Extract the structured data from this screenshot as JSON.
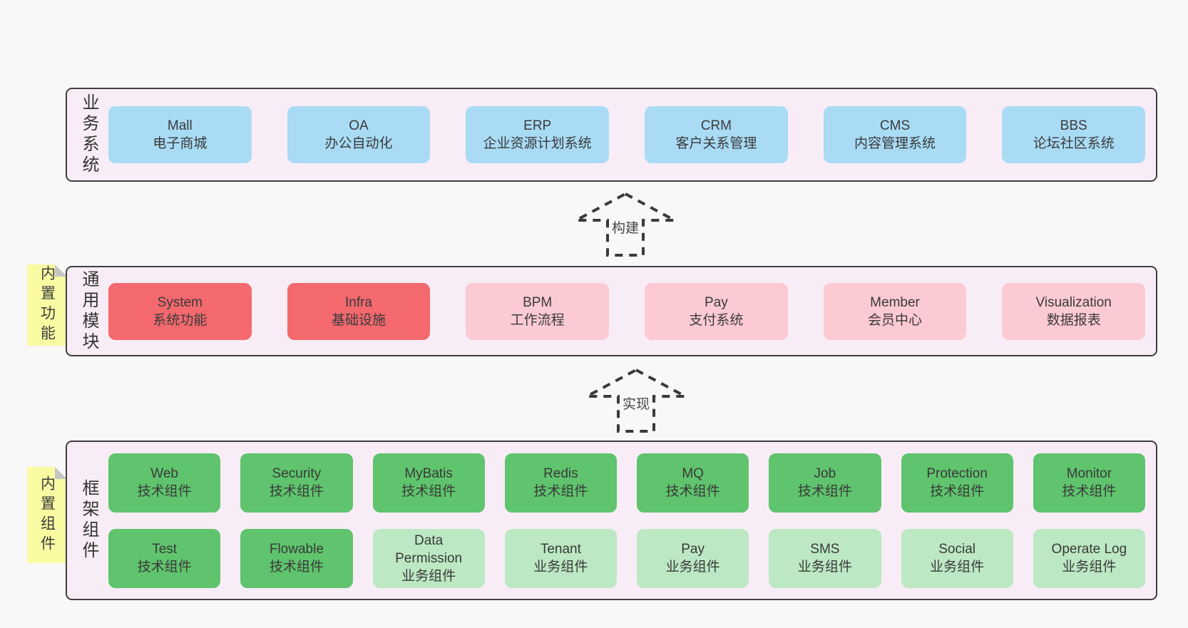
{
  "diagram": {
    "sections": {
      "business": {
        "label": "业务系统",
        "boxes": [
          {
            "title": "Mall",
            "subtitle": "电子商城"
          },
          {
            "title": "OA",
            "subtitle": "办公自动化"
          },
          {
            "title": "ERP",
            "subtitle": "企业资源计划系统"
          },
          {
            "title": "CRM",
            "subtitle": "客户关系管理"
          },
          {
            "title": "CMS",
            "subtitle": "内容管理系统"
          },
          {
            "title": "BBS",
            "subtitle": "论坛社区系统"
          }
        ]
      },
      "modules": {
        "label": "通用模块",
        "sticky": "内置功能",
        "boxes": [
          {
            "title": "System",
            "subtitle": "系统功能"
          },
          {
            "title": "Infra",
            "subtitle": "基础设施"
          },
          {
            "title": "BPM",
            "subtitle": "工作流程"
          },
          {
            "title": "Pay",
            "subtitle": "支付系统"
          },
          {
            "title": "Member",
            "subtitle": "会员中心"
          },
          {
            "title": "Visualization",
            "subtitle": "数据报表"
          }
        ]
      },
      "components": {
        "label": "框架组件",
        "sticky": "内置组件",
        "row1": [
          {
            "title": "Web",
            "subtitle": "技术组件"
          },
          {
            "title": "Security",
            "subtitle": "技术组件"
          },
          {
            "title": "MyBatis",
            "subtitle": "技术组件"
          },
          {
            "title": "Redis",
            "subtitle": "技术组件"
          },
          {
            "title": "MQ",
            "subtitle": "技术组件"
          },
          {
            "title": "Job",
            "subtitle": "技术组件"
          },
          {
            "title": "Protection",
            "subtitle": "技术组件"
          },
          {
            "title": "Monitor",
            "subtitle": "技术组件"
          }
        ],
        "row2": [
          {
            "title": "Test",
            "subtitle": "技术组件"
          },
          {
            "title": "Flowable",
            "subtitle": "技术组件"
          },
          {
            "title": "Data Permission",
            "subtitle": "业务组件"
          },
          {
            "title": "Tenant",
            "subtitle": "业务组件"
          },
          {
            "title": "Pay",
            "subtitle": "业务组件"
          },
          {
            "title": "SMS",
            "subtitle": "业务组件"
          },
          {
            "title": "Social",
            "subtitle": "业务组件"
          },
          {
            "title": "Operate Log",
            "subtitle": "业务组件"
          }
        ]
      }
    },
    "arrows": [
      {
        "label": "构建"
      },
      {
        "label": "实现"
      }
    ],
    "colors": {
      "page_bg": "#f8f8f8",
      "panel_bg": "#f8edf6",
      "panel_border": "#3f3f3f",
      "blue_box": "#a9dbf5",
      "red_box": "#f3696e",
      "pink_box": "#fccad3",
      "green_box": "#5fc46d",
      "light_green_box": "#bce8c3",
      "sticky_bg": "#fafaa3",
      "sticky_fold": "#c5c5c5",
      "text": "#3a3a3a"
    }
  }
}
